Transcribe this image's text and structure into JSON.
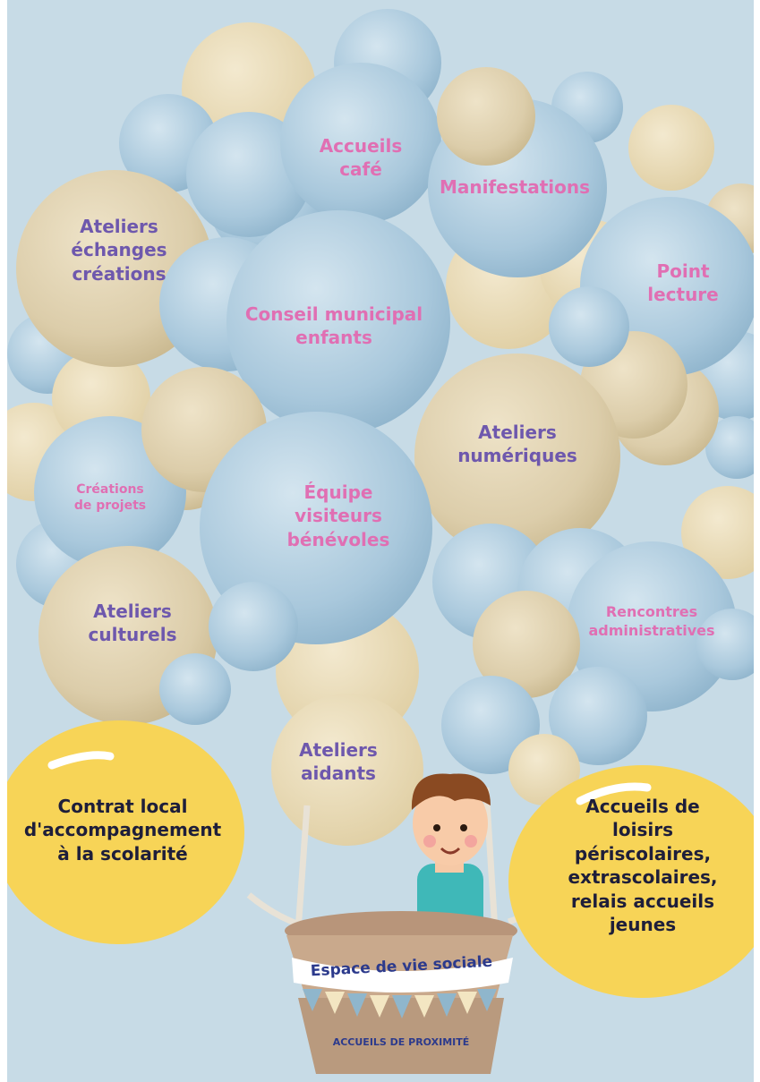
{
  "colors": {
    "background": "#c7dbe6",
    "balloon_blue": "#a9c8dc",
    "balloon_beige": "#dccdaa",
    "balloon_yellow": "#f7d457",
    "text_pink": "#e06fb3",
    "text_purple": "#6e58ad",
    "text_dark": "#1e1e3a",
    "text_navy": "#2c3a8c"
  },
  "balloons": {
    "accueils_cafe": "Accueils\ncafé",
    "manifestations": "Manifestations",
    "ateliers_echanges": "Ateliers\néchanges\ncréations",
    "point_lecture": "Point\nlecture",
    "conseil_municipal": "Conseil municipal\nenfants",
    "ateliers_numeriques": "Ateliers\nnumériques",
    "creations_projets": "Créations\nde projets",
    "equipe_visiteurs": "Équipe\nvisiteurs\nbénévoles",
    "ateliers_culturels": "Ateliers\nculturels",
    "rencontres_admin": "Rencontres\nadministratives",
    "ateliers_aidants": "Ateliers\naidants"
  },
  "yellow_balloons": {
    "contrat_local": "Contrat local\nd'accompagnement\nà la scolarité",
    "accueils_loisirs": "Accueils de\nloisirs\npériscolaires,\nextrascolaires,\nrelais accueils\njeunes"
  },
  "basket": {
    "banner": "Espace de vie sociale",
    "bottom": "ACCUEILS DE PROXIMITÉ"
  }
}
